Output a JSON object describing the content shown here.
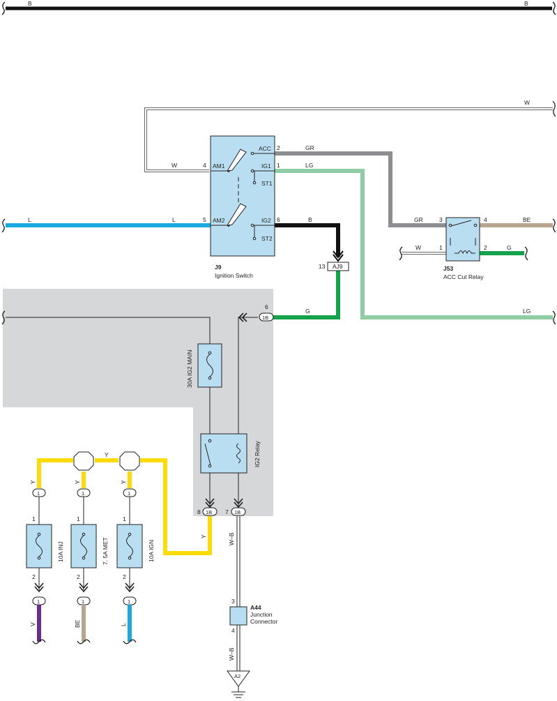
{
  "bus": {
    "left_label": "B",
    "right_label": "B"
  },
  "ignition_switch": {
    "code": "J9",
    "name": "Ignition Switch",
    "terminals": {
      "acc": "ACC",
      "am1": "AM1",
      "ig1": "IG1",
      "st1": "ST1",
      "am2": "AM2",
      "ig2": "IG2",
      "st2": "ST2"
    },
    "pins": {
      "acc": "2",
      "am1": "4",
      "ig1": "1",
      "am2": "5",
      "ig2": "6"
    }
  },
  "acc_cut_relay": {
    "code": "J53",
    "name": "ACC Cut Relay",
    "pins": {
      "p3": "3",
      "p4": "4",
      "p1": "1",
      "p2": "2"
    }
  },
  "junction_aj9": {
    "label": "AJ9",
    "pin": "13"
  },
  "junction_1b": {
    "label": "1B",
    "pin_top": "6",
    "pin_left": "8",
    "pin_right": "7"
  },
  "ig2_main_fuse": {
    "label": "30A IG2 MAIN"
  },
  "ig2_relay": {
    "label": "IG2 Relay"
  },
  "fuses": [
    {
      "label": "10A INJ",
      "top_pin": "1",
      "bottom_pin": "2",
      "conn_label": "1"
    },
    {
      "label": "7. 5A MET",
      "top_pin": "1",
      "bottom_pin": "2",
      "conn_label": "1"
    },
    {
      "label": "10A IGN",
      "top_pin": "1",
      "bottom_pin": "2",
      "conn_label": "1"
    }
  ],
  "junction_connector": {
    "code": "A44",
    "line1": "Junction",
    "line2": "Connector",
    "pin_top": "3",
    "pin_bottom": "4"
  },
  "ground": {
    "label": "A2"
  },
  "wires": {
    "w_top": "W",
    "w_am1": "W",
    "l_left": "L",
    "l_mid": "L",
    "gr_acc": "GR",
    "lg_ig1": "LG",
    "b_ig2": "B",
    "gr_relay": "GR",
    "be_relay": "BE",
    "w_relay": "W",
    "g_relay": "G",
    "g_aj9": "G",
    "lg_right": "LG",
    "y_top": "Y",
    "y_f1": "Y",
    "y_f2": "Y",
    "y_f3": "Y",
    "y_relay": "Y",
    "wb_upper": "W–B",
    "wb_lower": "W–B",
    "v_out": "V",
    "be_out": "BE",
    "l_out": "L"
  },
  "colors": {
    "shade": "#d6d7d9",
    "component_fill": "#b9def1",
    "black": "#111111",
    "blue": "#1aa9e0",
    "gray": "#8c8e91",
    "light_green": "#8fcea4",
    "green": "#14a34a",
    "tan": "#b9a48e",
    "yellow": "#fbdc06",
    "violet": "#6a2c91"
  }
}
